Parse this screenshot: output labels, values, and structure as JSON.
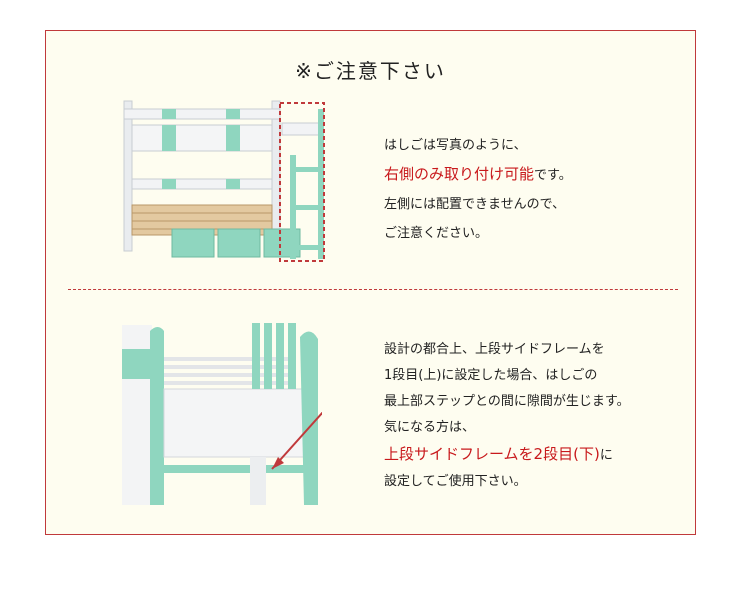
{
  "title": "※ご注意下さい",
  "section1": {
    "line1": "はしごは写真のように、",
    "line2_red": "右側のみ取り付け可能",
    "line2_rest": "です。",
    "line3": "左側には配置できませんので、",
    "line4": "ご注意ください。"
  },
  "section2": {
    "line1": "設計の都合上、上段サイドフレームを",
    "line2": "1段目(上)に設定した場合、はしごの",
    "line3": "最上部ステップとの間に隙間が生じます。",
    "line4": "気になる方は、",
    "line5_red": "上段サイドフレームを2段目(下)",
    "line5_rest": "に",
    "line6": "設定してご使用下さい。"
  },
  "colors": {
    "accent_red": "#c0393b",
    "mint": "#8fd6bf",
    "panel_bg": "#fefdf0"
  }
}
